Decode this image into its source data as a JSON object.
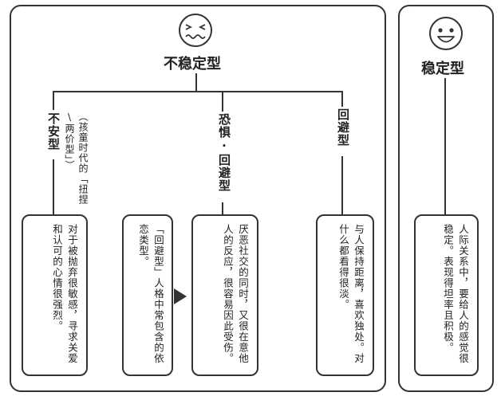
{
  "unstable": {
    "title": "不稳定型",
    "branches": [
      {
        "label": "不安型",
        "note": "（孩童时代的「扭捏\\两价型」）",
        "cards": [
          {
            "text": "对于被抛弃很敏感，寻求关爱和认可的心情很强烈。"
          }
        ]
      },
      {
        "label": "恐惧·回避型",
        "cards": [
          {
            "text": "「回避型」人格中常包含的依恋类型。"
          },
          {
            "text": "厌恶社交的同时，又很在意他人的反应，很容易因此受伤。"
          }
        ]
      },
      {
        "label": "回避型",
        "cards": [
          {
            "text": "与人保持距离，喜欢独处。对什么都看得很淡。"
          }
        ]
      }
    ]
  },
  "stable": {
    "title": "稳定型",
    "cards": [
      {
        "text": "人际关系中，要给人的感觉很稳定。表现得坦率且积极。"
      }
    ]
  },
  "icons": {
    "unstable_face": "troubled-face-icon",
    "stable_face": "smiling-face-icon",
    "arrow": "right-arrow-icon"
  }
}
